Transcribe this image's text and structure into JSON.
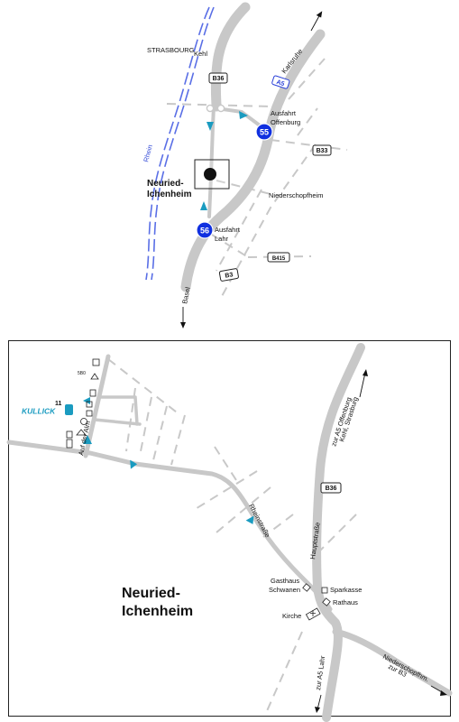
{
  "overview": {
    "labels": {
      "strasbourg": "STRASBOURG",
      "kehl": "Kehl",
      "karlsruhe": "Karlsruhe",
      "rhein": "Rhein",
      "ausfahrt_offenburg": [
        "Ausfahrt",
        "Offenburg"
      ],
      "ausfahrt_lahr": [
        "Ausfahrt",
        "Lahr"
      ],
      "niederschopfheim": "Niederschopfheim",
      "basel": "Basel",
      "town": [
        "Neuried-",
        "Ichenheim"
      ]
    },
    "shields": {
      "b36": "B36",
      "a5": "A5",
      "b33": "B33",
      "b415": "B415",
      "b3": "B3"
    },
    "exits": {
      "exit_55": "55",
      "exit_56": "56"
    }
  },
  "detail": {
    "labels": {
      "town": [
        "Neuried-",
        "Ichenheim"
      ],
      "kullick": "KULLICK",
      "number": "11",
      "auf_der_alm": "Auf der Alm",
      "rheinstrasse": "Rheinstraße",
      "hauptstrasse": "Hauptstraße",
      "to_a5_offenburg": "zur A5 Offenburg",
      "to_kehl": "Kehl, Strasburg",
      "gasthaus": [
        "Gasthaus",
        "Schwanen"
      ],
      "sparkasse": "Sparkasse",
      "rathaus": "Rathaus",
      "kirche": "Kirche",
      "to_a5_lahr": "zur A5 Lahr",
      "to_niederschopfheim": [
        "Niederschopfhm.",
        "zur B3"
      ],
      "small_tag": "5B0"
    },
    "shields": {
      "b36": "B36"
    }
  },
  "colors": {
    "road": "#c8c8c8",
    "river": "#5a6fe6",
    "exit": "#1030e0",
    "marker": "#1a9bc0",
    "kullick": "#1a9bc0"
  }
}
